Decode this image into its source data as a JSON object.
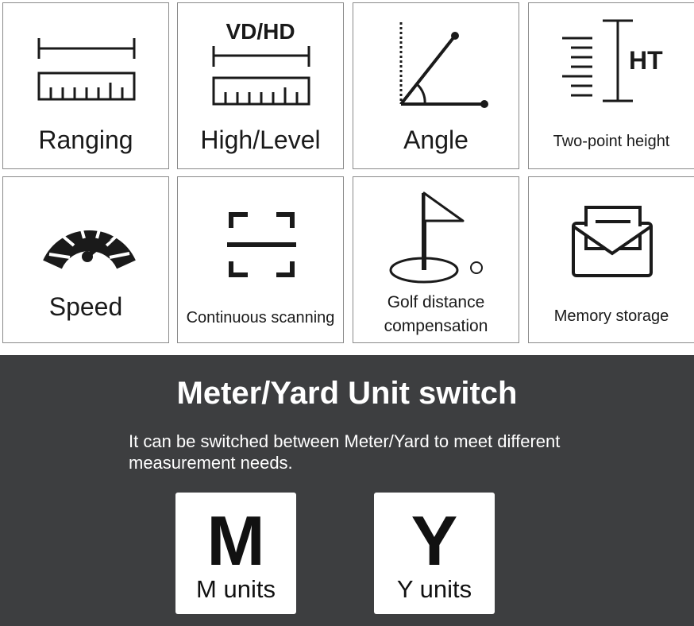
{
  "features": [
    {
      "label": "Ranging"
    },
    {
      "label": "High/Level",
      "icon_text": "VD/HD"
    },
    {
      "label": "Angle"
    },
    {
      "label": "Two-point height",
      "icon_text": "HT"
    },
    {
      "label": "Speed"
    },
    {
      "label": "Continuous scanning"
    },
    {
      "label_line1": "Golf distance",
      "label_line2": "compensation"
    },
    {
      "label": "Memory storage"
    }
  ],
  "unit_panel": {
    "title": "Meter/Yard Unit switch",
    "description": "It can be switched between Meter/Yard to meet different measurement needs.",
    "cards": [
      {
        "letter": "M",
        "label": "M units"
      },
      {
        "letter": "Y",
        "label": "Y units"
      }
    ]
  }
}
